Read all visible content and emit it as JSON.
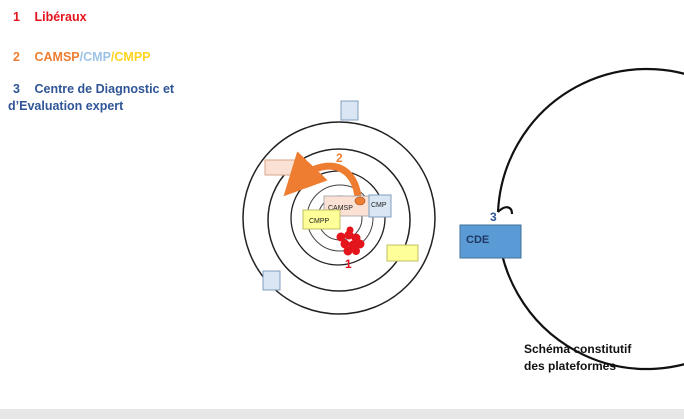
{
  "legend": {
    "item1": {
      "number": "1",
      "label": "Libéraux"
    },
    "item2": {
      "number": "2",
      "camsp": "CAMSP",
      "sep1": "/",
      "cmp": "CMP",
      "sep2": "/",
      "cmpp": "CMPP"
    },
    "item3": {
      "number": "3",
      "line1": "Centre de Diagnostic et",
      "line2": "d’Evaluation expert"
    }
  },
  "diagram": {
    "marker_1": "1",
    "marker_2": "2",
    "marker_3": "3",
    "camsp_box": "CAMSP",
    "cmp_box": "CMP",
    "cmpp_box": "CMPP",
    "cde_box": "CDE"
  },
  "caption": {
    "line1": "Schéma constitutif",
    "line2": "des plateformes"
  },
  "colors": {
    "red": "#e3141b",
    "orange": "#ee7d31",
    "light_blue": "#9dc3e6",
    "yellow": "#ffd320",
    "dark_blue": "#2f5597",
    "cde_fill": "#5b9bd5",
    "cmp_fill": "#dae6f3",
    "cmpp_fill": "#ffff9a",
    "camsp_fill": "#fbe1d4"
  }
}
